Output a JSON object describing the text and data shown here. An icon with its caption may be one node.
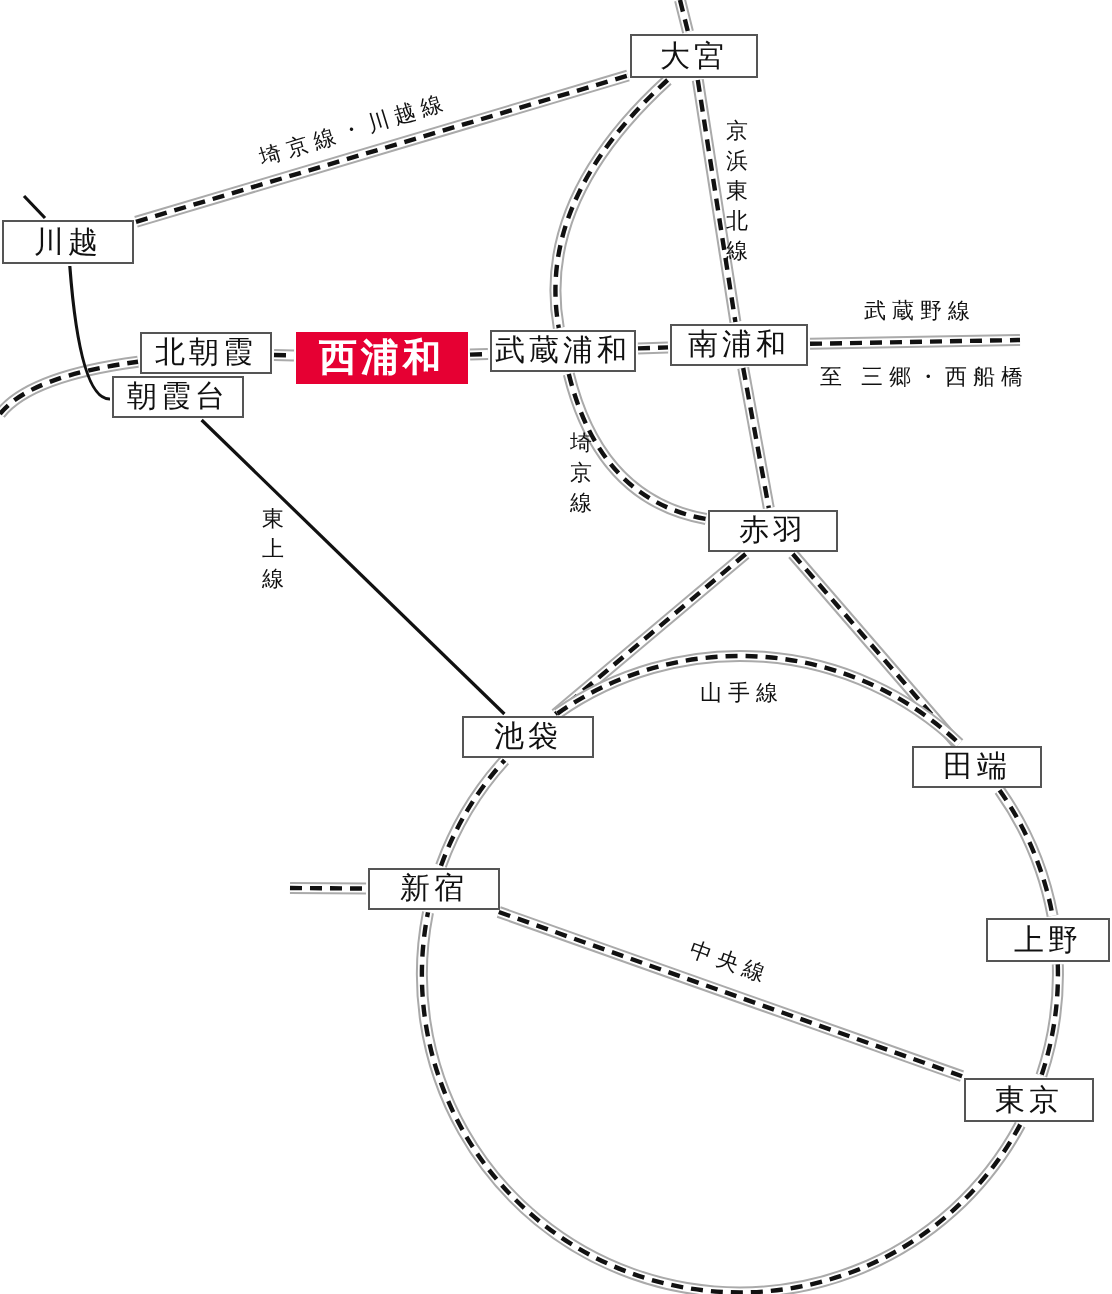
{
  "diagram": {
    "nodes": [
      {
        "text": [
          "大宮"
        ]
      },
      {
        "text": [
          "川越"
        ]
      },
      {
        "text": [
          "北朝霞"
        ]
      },
      {
        "text": [
          "朝霞台"
        ]
      },
      {
        "text": [
          "西浦和"
        ]
      },
      {
        "text": [
          "武蔵浦和"
        ]
      },
      {
        "text": [
          "南浦和"
        ]
      },
      {
        "text": [
          "赤羽"
        ]
      },
      {
        "text": [
          "池袋"
        ]
      },
      {
        "text": [
          "田端"
        ]
      },
      {
        "text": [
          "新宿"
        ]
      },
      {
        "text": [
          "上野"
        ]
      },
      {
        "text": [
          "東京"
        ]
      }
    ],
    "edges": [
      {
        "from": 1,
        "to": 0,
        "arrow": "none",
        "style": "dashed"
      },
      {
        "from": null,
        "to": 0,
        "arrow": "none",
        "style": "dashed"
      },
      {
        "from": 0,
        "to": 5,
        "arrow": "none",
        "style": "dashed"
      },
      {
        "from": 5,
        "to": 7,
        "arrow": "none",
        "style": "dashed"
      },
      {
        "from": 0,
        "to": 6,
        "arrow": "none",
        "style": "dashed"
      },
      {
        "from": 6,
        "to": 7,
        "arrow": "none",
        "style": "dashed"
      },
      {
        "from": null,
        "to": 2,
        "arrow": "none",
        "style": "dashed"
      },
      {
        "from": 2,
        "to": 4,
        "arrow": "none",
        "style": "dashed"
      },
      {
        "from": 4,
        "to": 5,
        "arrow": "none",
        "style": "dashed"
      },
      {
        "from": 5,
        "to": 6,
        "arrow": "none",
        "style": "dashed"
      },
      {
        "from": 6,
        "to": null,
        "arrow": "none",
        "style": "dashed"
      },
      {
        "from": null,
        "to": 1,
        "arrow": "none"
      },
      {
        "from": 1,
        "to": 3,
        "arrow": "none"
      },
      {
        "from": 3,
        "to": 8,
        "arrow": "none"
      },
      {
        "from": 7,
        "to": 8,
        "arrow": "none",
        "style": "dashed"
      },
      {
        "from": 7,
        "to": 9,
        "arrow": "none",
        "style": "dashed"
      },
      {
        "from": 8,
        "to": 9,
        "arrow": "none",
        "style": "dashed"
      },
      {
        "from": 9,
        "to": 11,
        "arrow": "none",
        "style": "dashed"
      },
      {
        "from": 11,
        "to": 12,
        "arrow": "none",
        "style": "dashed"
      },
      {
        "from": 12,
        "to": 10,
        "arrow": "none",
        "style": "dashed"
      },
      {
        "from": 10,
        "to": 8,
        "arrow": "none",
        "style": "dashed"
      },
      {
        "from": 10,
        "to": 12,
        "arrow": "none",
        "style": "dashed"
      },
      {
        "from": null,
        "to": 10,
        "arrow": "none",
        "style": "dashed"
      }
    ],
    "labels": [
      "埼京線・川越線",
      "京浜東北線",
      "武蔵野線",
      "至 三郷・西船橋",
      "埼京線",
      "東上線",
      "山手線",
      "中央線"
    ]
  }
}
